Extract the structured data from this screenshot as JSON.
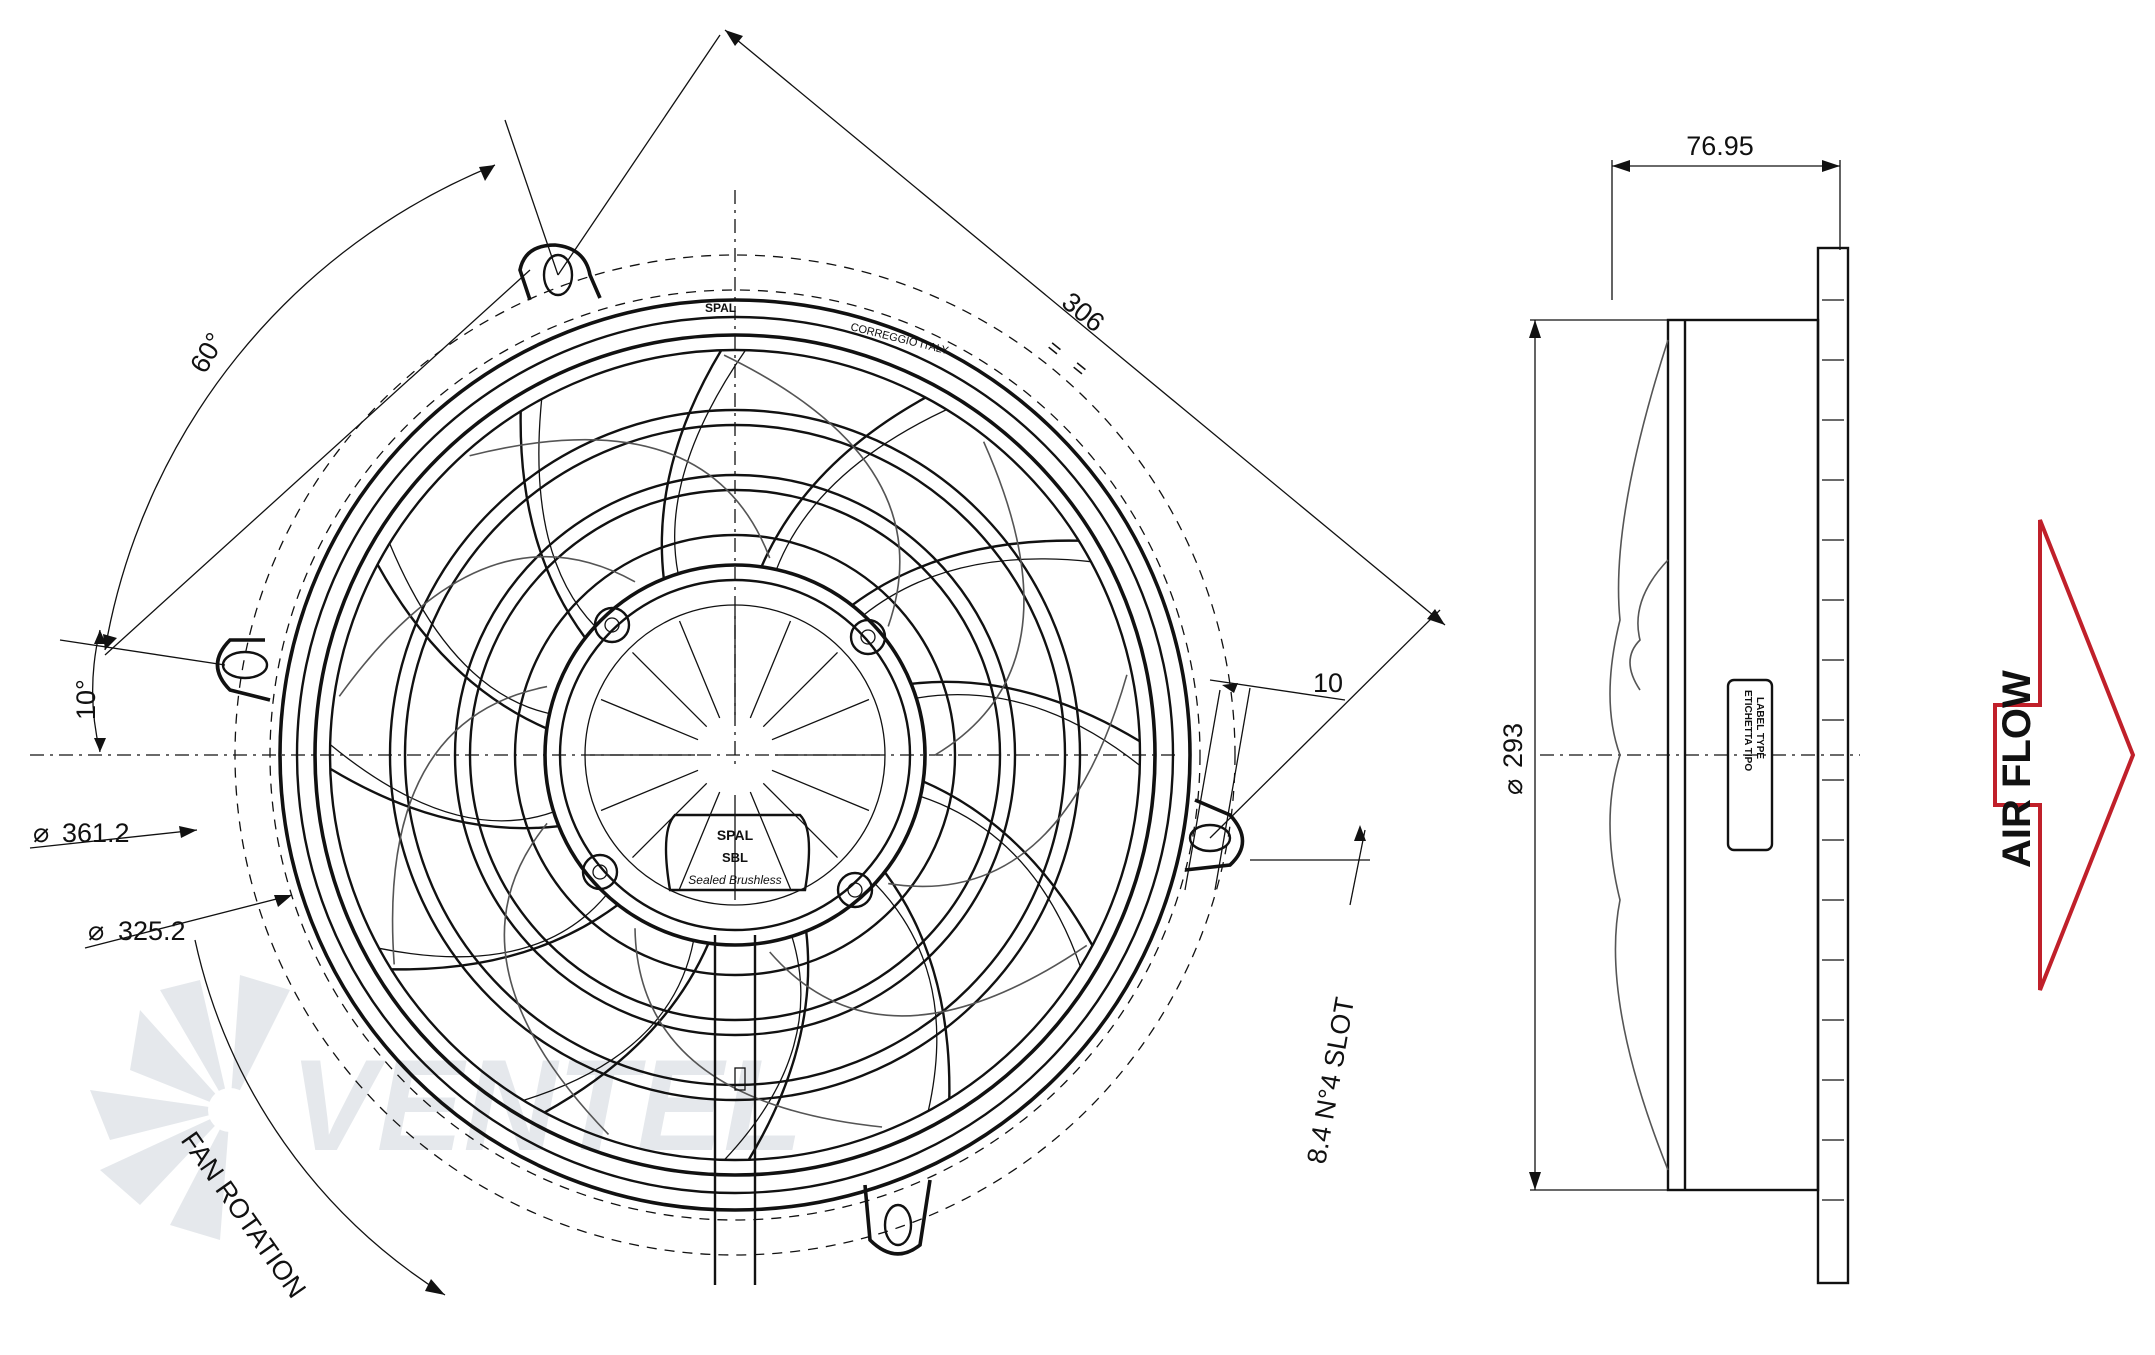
{
  "dimensions": {
    "front_angle_top": "60°",
    "front_angle_left": "10°",
    "outer_diameter": "361.2",
    "bolt_circle_diameter": "325.2",
    "overall_diagonal": "306",
    "slot_width": "10",
    "slot_spec": "8.4 N°4 SLOT",
    "side_depth": "76.95",
    "side_diameter": "293"
  },
  "symbols": {
    "diameter": "⌀",
    "equal": "="
  },
  "labels": {
    "fan_rotation": "FAN ROTATION",
    "air_flow": "AIR FLOW",
    "brand_top": "SPAL",
    "city_top": "CORREGGIO  ITALY",
    "brand_motor": "SPAL",
    "motor_code": "SBL",
    "motor_type": "Sealed Brushless",
    "label_type_line1": "ETICHETTA TIPO",
    "label_type_line2": "LABEL TYPE",
    "watermark": "VENTEL"
  },
  "colors": {
    "line": "#111111",
    "arrow": "#c0202a",
    "watermark": "#e2e6ea",
    "watermark_accent": "#d6ecf6"
  }
}
